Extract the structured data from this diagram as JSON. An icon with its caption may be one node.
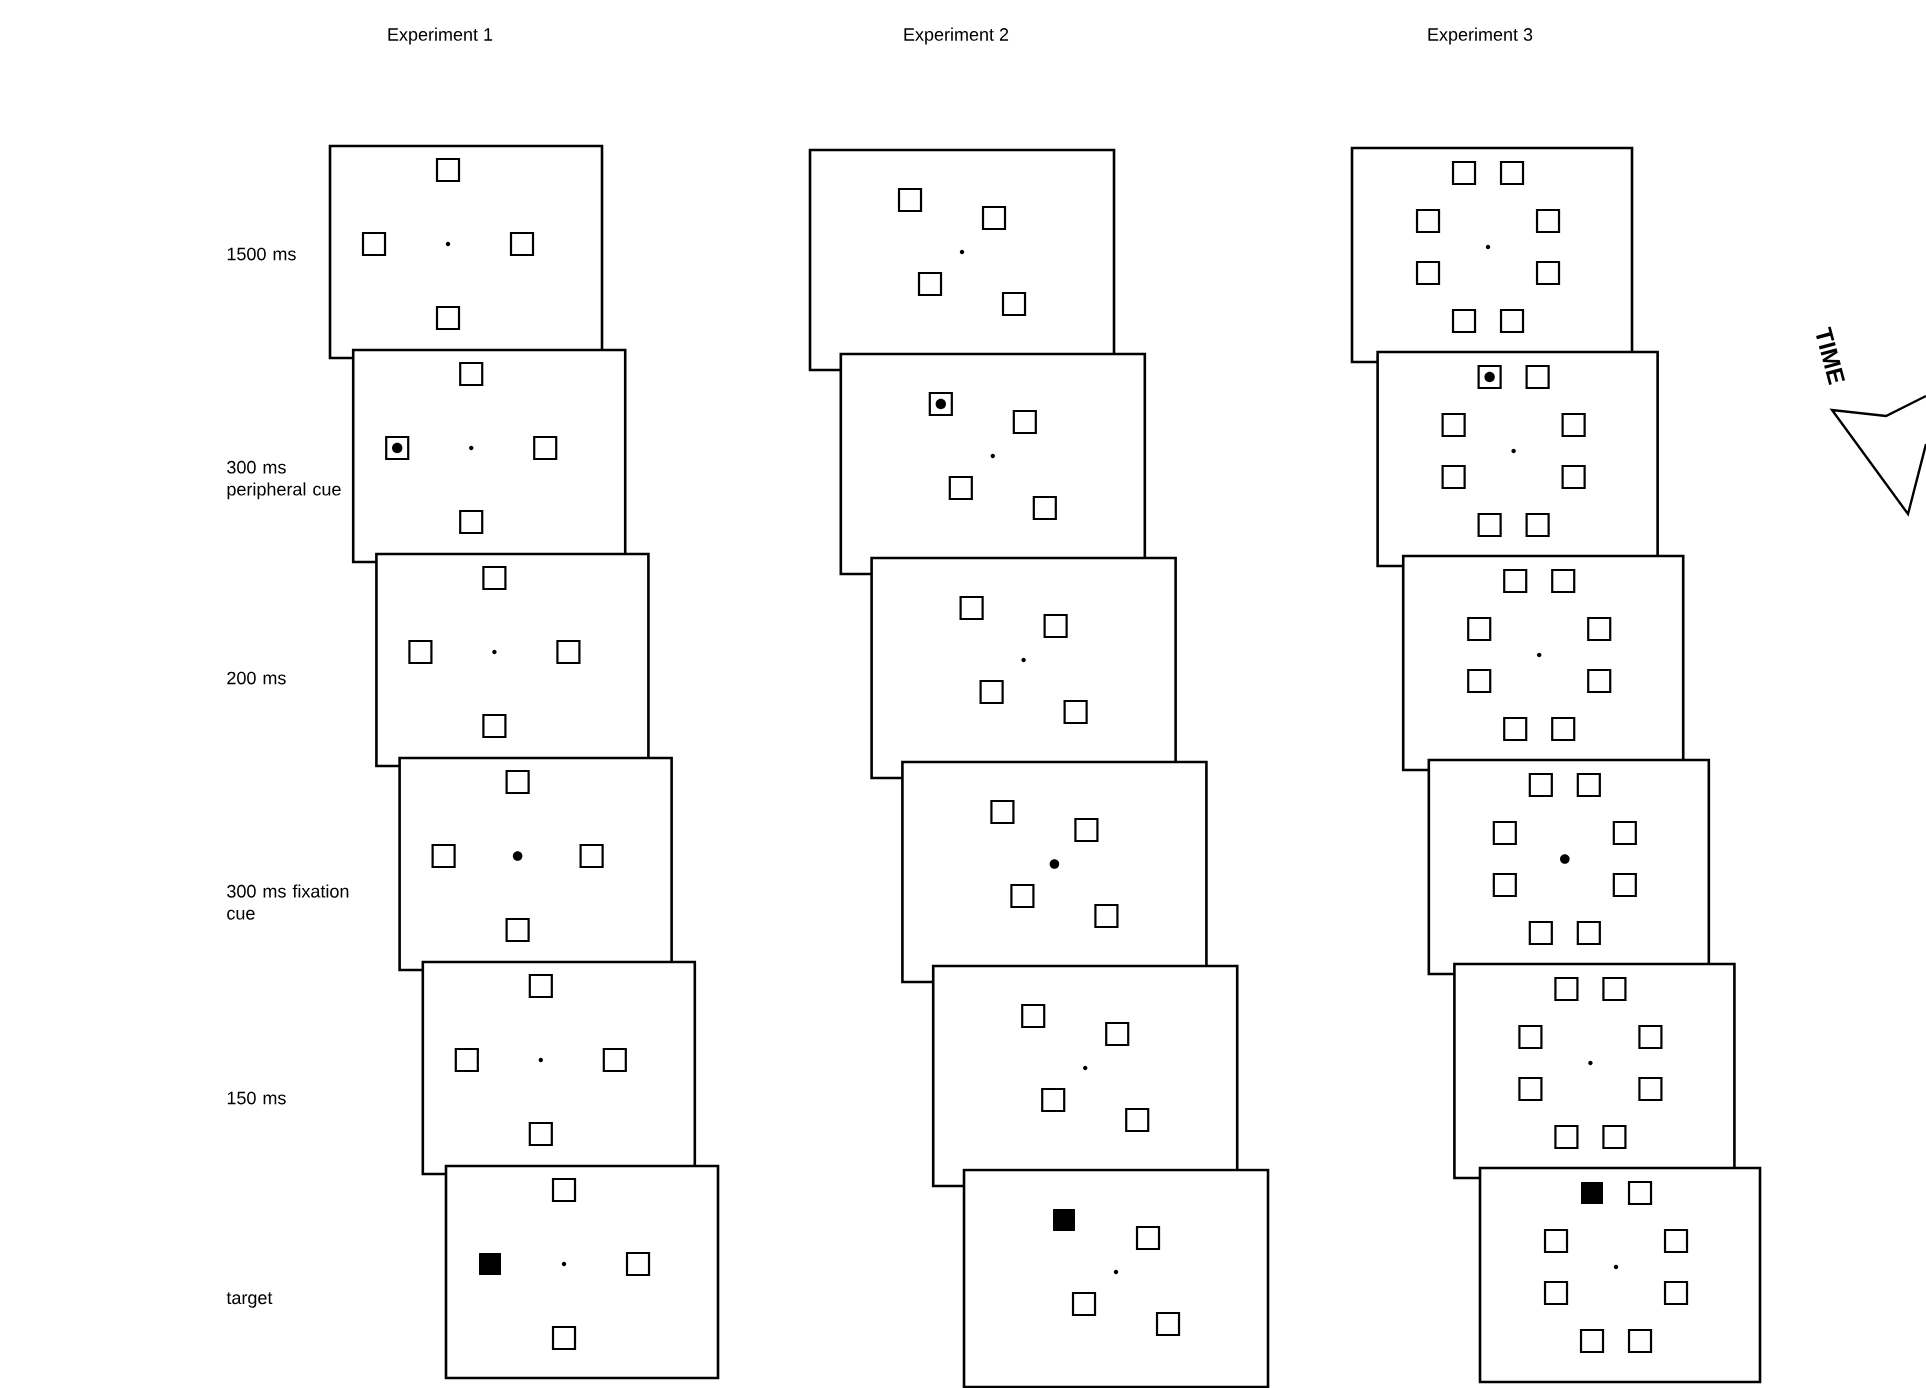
{
  "diagram": {
    "labels": [
      "Experiment 1",
      "Experiment 2",
      "Experiment 3",
      "1500 ms",
      "300 ms peripheral cue",
      "200 ms",
      "300 ms fixation cue",
      "150 ms",
      "target",
      "TIME"
    ]
  }
}
